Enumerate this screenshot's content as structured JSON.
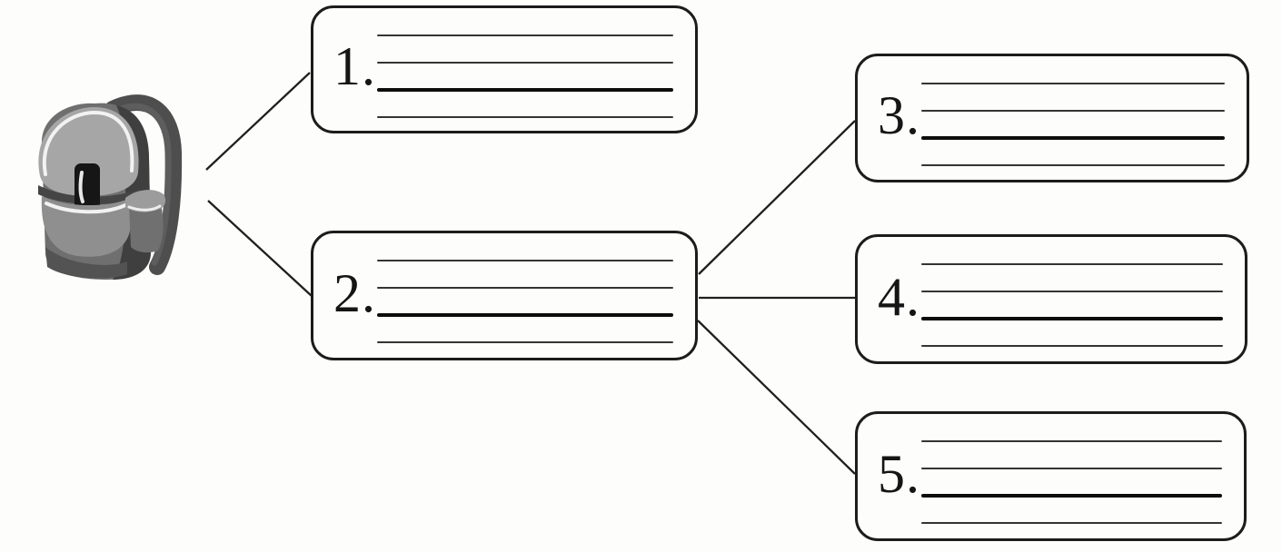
{
  "canvas": {
    "background": "#fdfdfb",
    "ink": "#1c1c1c",
    "rule_color": "#343434",
    "blank_color": "#0d0d0d"
  },
  "figure": {
    "icon": "backpack-illustration",
    "body_gray": "#7e7e7e",
    "flap_gray": "#a6a6a6",
    "strap_gray": "#4e4e4e",
    "buckle_black": "#161616"
  },
  "boxes": [
    {
      "label": "1.",
      "value": "",
      "ruled_lines": 4
    },
    {
      "label": "2.",
      "value": "",
      "ruled_lines": 4
    },
    {
      "label": "3.",
      "value": "",
      "ruled_lines": 4
    },
    {
      "label": "4.",
      "value": "",
      "ruled_lines": 4
    },
    {
      "label": "5.",
      "value": "",
      "ruled_lines": 4
    }
  ],
  "connections": [
    {
      "from": "backpack",
      "to": "box-1"
    },
    {
      "from": "backpack",
      "to": "box-2"
    },
    {
      "from": "box-2",
      "to": "box-3"
    },
    {
      "from": "box-2",
      "to": "box-4"
    },
    {
      "from": "box-2",
      "to": "box-5"
    }
  ]
}
